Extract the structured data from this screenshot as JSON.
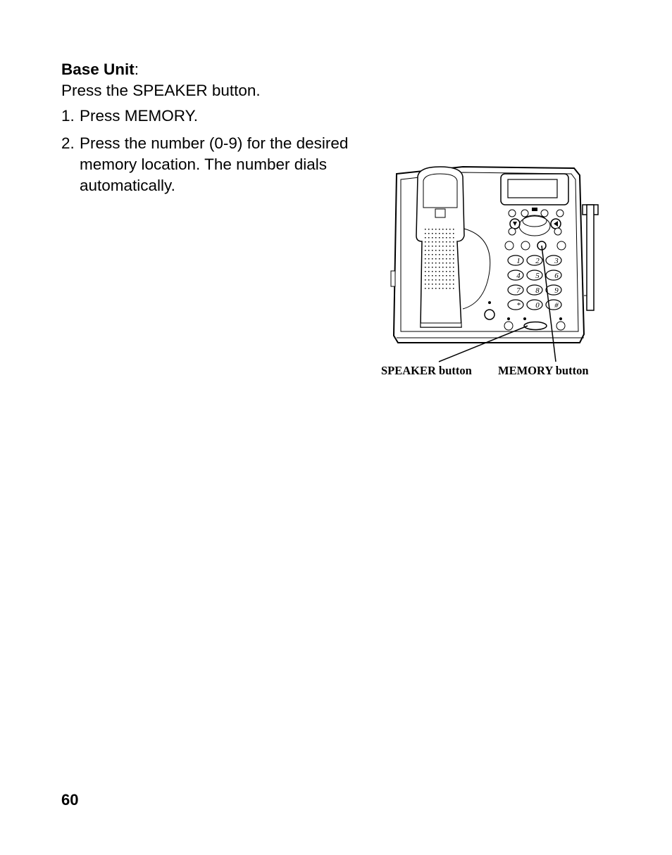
{
  "heading": {
    "title": "Base Unit",
    "colon": ":"
  },
  "intro": "Press the SPEAKER button.",
  "steps": [
    {
      "number": "1.",
      "text": "Press MEMORY."
    },
    {
      "number": "2.",
      "text": "Press the number (0-9) for the desired memory location. The number dials automatically."
    }
  ],
  "figure": {
    "callouts": {
      "speaker": "SPEAKER button",
      "memory": "MEMORY button"
    },
    "icons": [
      "phone-base-illustration",
      "handset-cradle-icon",
      "display-screen-icon",
      "antenna-icon"
    ]
  },
  "page_number": "60"
}
